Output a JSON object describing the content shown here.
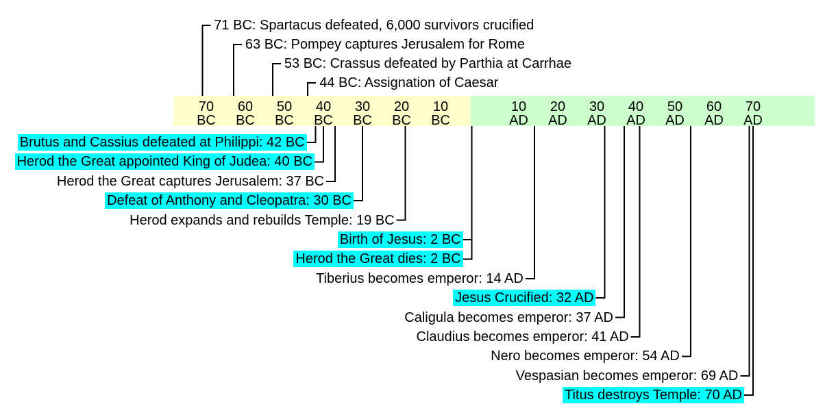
{
  "timeline": {
    "bar": {
      "bc_segment_color": "#FFFFCC",
      "ad_segment_color": "#CCFFCC",
      "labels": [
        {
          "value": "70",
          "era": "BC",
          "year": -70
        },
        {
          "value": "60",
          "era": "BC",
          "year": -60
        },
        {
          "value": "50",
          "era": "BC",
          "year": -50
        },
        {
          "value": "40",
          "era": "BC",
          "year": -40
        },
        {
          "value": "30",
          "era": "BC",
          "year": -30
        },
        {
          "value": "20",
          "era": "BC",
          "year": -20
        },
        {
          "value": "10",
          "era": "BC",
          "year": -10
        },
        {
          "value": "10",
          "era": "AD",
          "year": 10
        },
        {
          "value": "20",
          "era": "AD",
          "year": 20
        },
        {
          "value": "30",
          "era": "AD",
          "year": 30
        },
        {
          "value": "40",
          "era": "AD",
          "year": 40
        },
        {
          "value": "50",
          "era": "AD",
          "year": 50
        },
        {
          "value": "60",
          "era": "AD",
          "year": 60
        },
        {
          "value": "70",
          "era": "AD",
          "year": 70
        }
      ]
    },
    "highlight_color": "#00FFFF",
    "line_color": "#000000",
    "events_above": [
      {
        "text": "71 BC: Spartacus defeated, 6,000 survivors crucified",
        "year": -71,
        "highlighted": false
      },
      {
        "text": "63 BC: Pompey captures Jerusalem for Rome",
        "year": -63,
        "highlighted": false
      },
      {
        "text": "53 BC: Crassus defeated by Parthia at Carrhae",
        "year": -53,
        "highlighted": false
      },
      {
        "text": "44 BC: Assignation of Caesar",
        "year": -44,
        "highlighted": false
      }
    ],
    "events_below": [
      {
        "text": "Brutus and Cassius defeated at Philippi: 42 BC",
        "year": -42,
        "highlighted": true
      },
      {
        "text": "Herod the Great appointed King of Judea: 40 BC",
        "year": -40,
        "highlighted": true
      },
      {
        "text": "Herod the Great captures Jerusalem: 37 BC",
        "year": -37,
        "highlighted": false
      },
      {
        "text": "Defeat of Anthony and Cleopatra: 30 BC",
        "year": -30,
        "highlighted": true
      },
      {
        "text": "Herod expands and rebuilds Temple: 19 BC",
        "year": -19,
        "highlighted": false
      },
      {
        "text": "Birth of Jesus: 2 BC",
        "year": -2,
        "highlighted": true
      },
      {
        "text": "Herod the Great dies: 2 BC",
        "year": -2,
        "highlighted": true
      },
      {
        "text": "Tiberius becomes emperor: 14 AD",
        "year": 14,
        "highlighted": false
      },
      {
        "text": "Jesus Crucified: 32 AD",
        "year": 32,
        "highlighted": true
      },
      {
        "text": "Caligula becomes emperor: 37 AD",
        "year": 37,
        "highlighted": false
      },
      {
        "text": "Claudius becomes emperor: 41 AD",
        "year": 41,
        "highlighted": false
      },
      {
        "text": "Nero becomes emperor: 54 AD",
        "year": 54,
        "highlighted": false
      },
      {
        "text": "Vespasian becomes emperor: 69 AD",
        "year": 69,
        "highlighted": false
      },
      {
        "text": "Titus destroys Temple: 70 AD",
        "year": 70,
        "highlighted": true
      }
    ]
  }
}
